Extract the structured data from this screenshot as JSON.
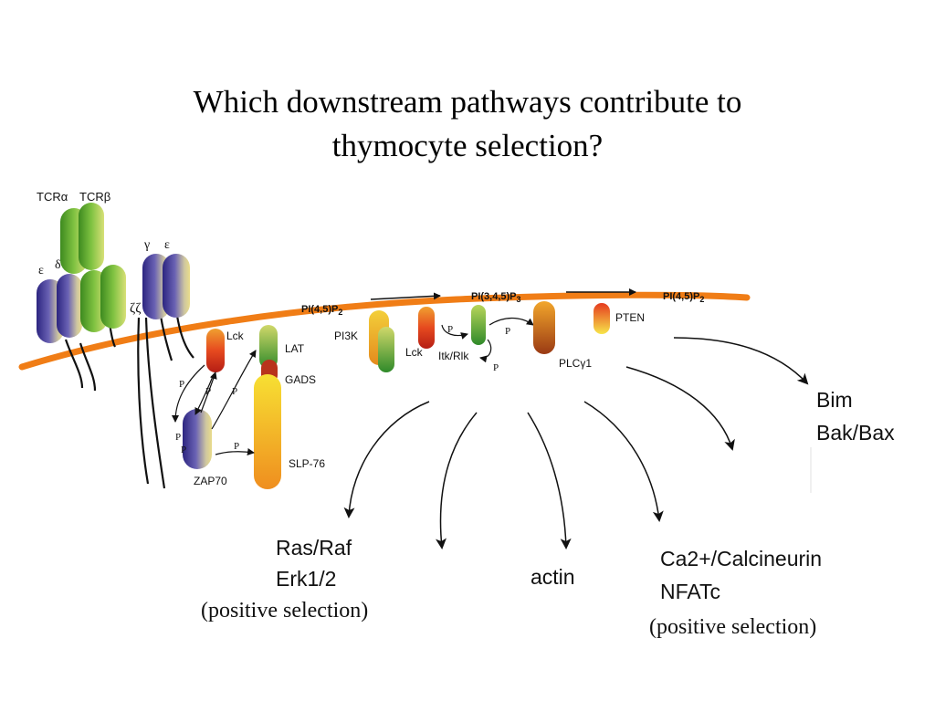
{
  "slide": {
    "title_line1": "Which downstream pathways contribute to",
    "title_line2": "thymocyte selection?"
  },
  "receptor": {
    "tcr_alpha": "TCRα",
    "tcr_beta": "TCRβ",
    "epsilon_left": "ε",
    "delta": "δ",
    "gamma": "γ",
    "epsilon_right": "ε",
    "zeta_zeta": "ζζ"
  },
  "membrane": {
    "lipid_1": "PI(4,5)P",
    "lipid_1_sub": "2",
    "lipid_2": "PI(3,4,5)P",
    "lipid_2_sub": "3",
    "lipid_3": "PI(4,5)P",
    "lipid_3_sub": "2"
  },
  "proteins": {
    "lck_1": "Lck",
    "lat": "LAT",
    "gads": "GADS",
    "zap70": "ZAP70",
    "slp76": "SLP-76",
    "pi3k": "PI3K",
    "lck_2": "Lck",
    "itk_rlk": "Itk/Rlk",
    "plcg1": "PLCγ1",
    "pten": "PTEN",
    "phospho": "P"
  },
  "outputs": {
    "ras_raf": "Ras/Raf",
    "erk": "Erk1/2",
    "positive_left": "(positive selection)",
    "actin": "actin",
    "ca_calcineurin": "Ca2+/Calcineurin",
    "nfatc": "NFATc",
    "positive_right": "(positive selection)",
    "bim": "Bim",
    "bak_bax": "Bak/Bax"
  },
  "colors": {
    "membrane": "#f07d16",
    "blue_subunit": "#3a2f8c",
    "green_subunit": "#5fa832",
    "red_kinase": "#d8361f",
    "yellow_adapter": "#f4c22b"
  }
}
